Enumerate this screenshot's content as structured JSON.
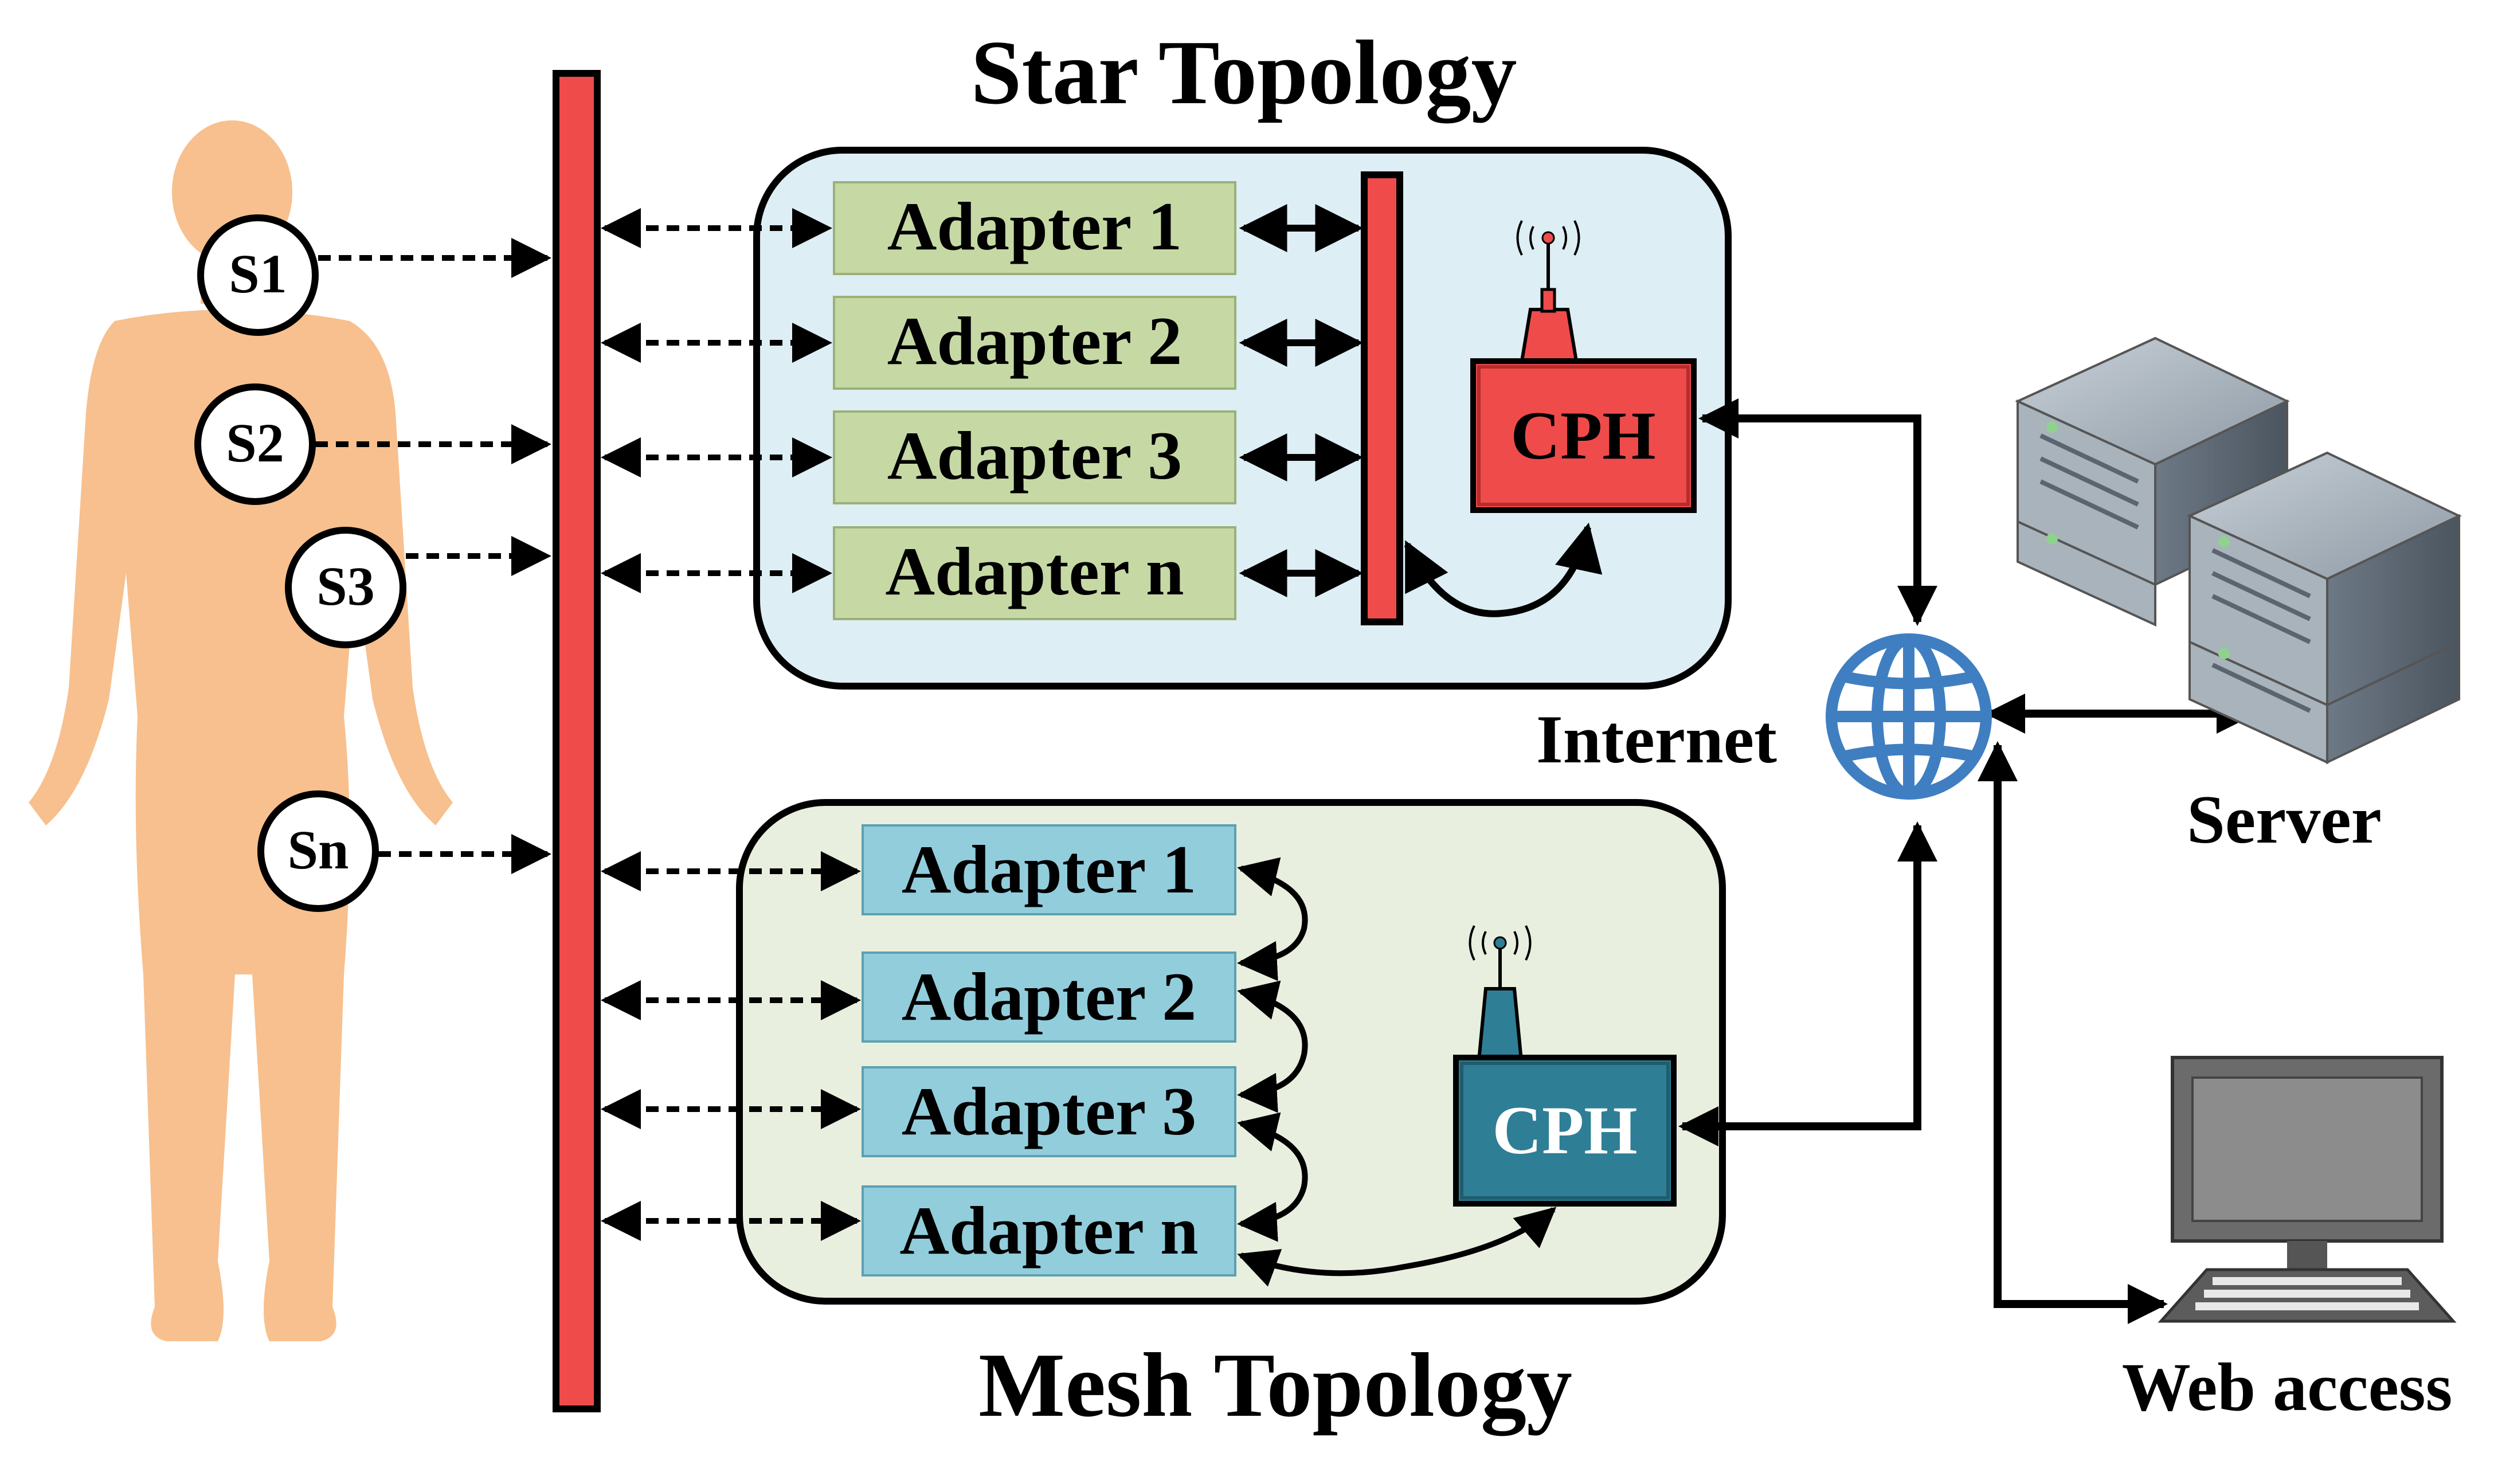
{
  "titles": {
    "star": "Star Topology",
    "mesh": "Mesh Topology"
  },
  "sensors": [
    "S1",
    "S2",
    "S3",
    "Sn"
  ],
  "star": {
    "adapters": [
      "Adapter 1",
      "Adapter 2",
      "Adapter 3",
      "Adapter n"
    ],
    "hub_label": "CPH",
    "colors": {
      "box_bg": "#ddeef5",
      "adapter_bg": "#c6d9a5",
      "hub": "#ef4b4b"
    }
  },
  "mesh": {
    "adapters": [
      "Adapter 1",
      "Adapter 2",
      "Adapter 3",
      "Adapter n"
    ],
    "hub_label": "CPH",
    "colors": {
      "box_bg": "#e9efdf",
      "adapter_bg": "#92cddc",
      "hub": "#2e7e96"
    }
  },
  "network": {
    "internet_label": "Internet",
    "server_label": "Server",
    "web_label": "Web access"
  },
  "colors": {
    "body": "#f7c08e",
    "bus": "#ef4b4b",
    "globe": "#3f7fc1"
  }
}
